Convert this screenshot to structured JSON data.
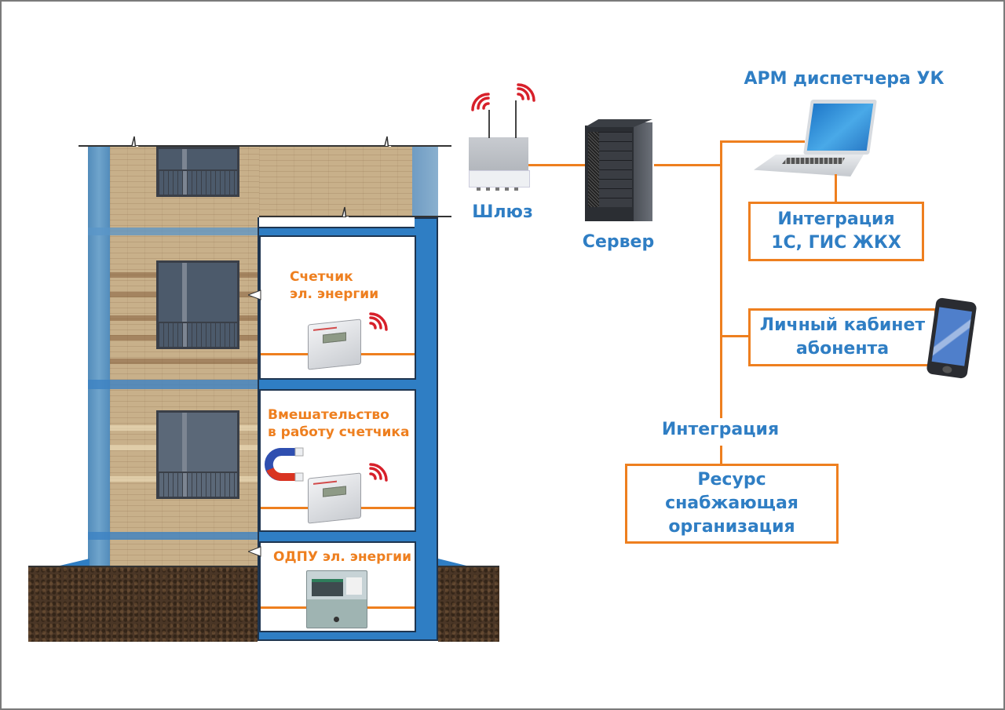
{
  "colors": {
    "accent_blue": "#2f7ec4",
    "accent_orange": "#ee7f1f",
    "wall_blue": "#2f7ec4",
    "signal_red": "#d7202a"
  },
  "network": {
    "gateway_label": "Шлюз",
    "server_label": "Сервер",
    "dispatcher_label": "АРМ диспетчера УК",
    "integration_1c": {
      "line1": "Интеграция",
      "line2": "1С, ГИС ЖКХ"
    },
    "subscriber_cabinet": {
      "line1": "Личный кабинет",
      "line2": "абонента"
    },
    "integration_label": "Интеграция",
    "supply_org": {
      "line1": "Ресурс",
      "line2": "снабжающая",
      "line3": "организация"
    }
  },
  "building": {
    "floor1_label": {
      "line1": "Счетчик",
      "line2": "эл. энергии"
    },
    "floor2_label": {
      "line1": "Вмешательство",
      "line2": "в работу счетчика"
    },
    "basement_label": "ОДПУ эл. энергии"
  },
  "icons": [
    "wifi-signal-icon",
    "gateway-icon",
    "server-icon",
    "laptop-icon",
    "smartphone-icon",
    "electric-meter-icon",
    "magnet-icon",
    "common-meter-icon"
  ]
}
